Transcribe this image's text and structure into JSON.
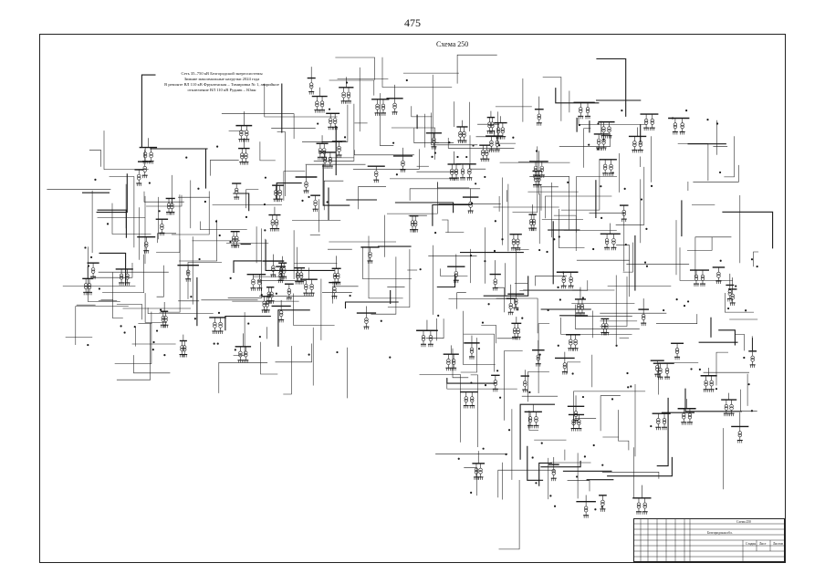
{
  "page": {
    "number": "475",
    "scheme_title": "Схема 250",
    "title_lines": [
      "Сеть 35–750 кВ Белгородской энергосистемы",
      "Зимние максимальные нагрузки 2024 года",
      "В ремонте ВЛ 110 кВ Фрунзенская – Тимировка № 1, аварийное",
      "отключение ВЛ 110 кВ Рудник – Южн"
    ]
  },
  "stamp": {
    "cells": [
      "Схема 250",
      "Белгородская обл.",
      "Стадия",
      "Лист",
      "Листов"
    ]
  },
  "colors": {
    "ink": "#1a1a1a",
    "paper": "#ffffff"
  }
}
